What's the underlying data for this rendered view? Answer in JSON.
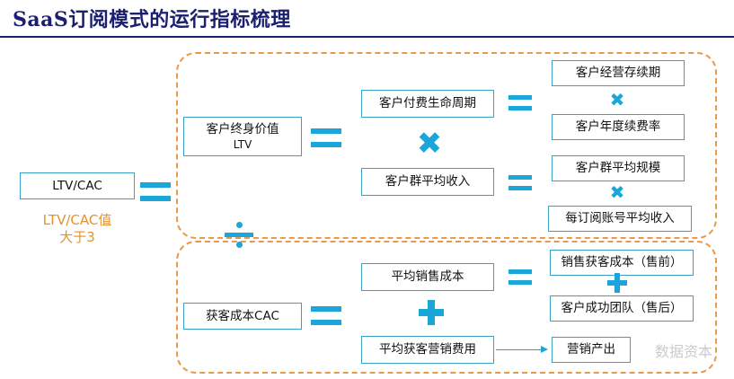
{
  "title": "SaaS订阅模式的运行指标梳理",
  "colors": {
    "title": "#1a1f6e",
    "accent": "#1aa6d8",
    "box_border": "#3aa0c8",
    "dashed": "#e69a4a",
    "note": "#e8912c"
  },
  "nodes": {
    "ltv_cac": "LTV/CAC",
    "ltv_line1": "客户终身价值",
    "ltv_line2": "LTV",
    "lifecycle": "客户付费生命周期",
    "arpu": "客户群平均收入",
    "retention": "客户经营存续期",
    "renewal": "客户年度续费率",
    "cohort": "客户群平均规模",
    "account_income": "每订阅账号平均收入",
    "cac": "获客成本CAC",
    "avg_sales": "平均销售成本",
    "avg_marketing": "平均获客营销费用",
    "presales": "销售获客成本（售前）",
    "postsales": "客户成功团队（售后）",
    "marketing": "营销产出"
  },
  "note_line1": "LTV/CAC值",
  "note_line2": "大于3",
  "watermark": "数据资本"
}
